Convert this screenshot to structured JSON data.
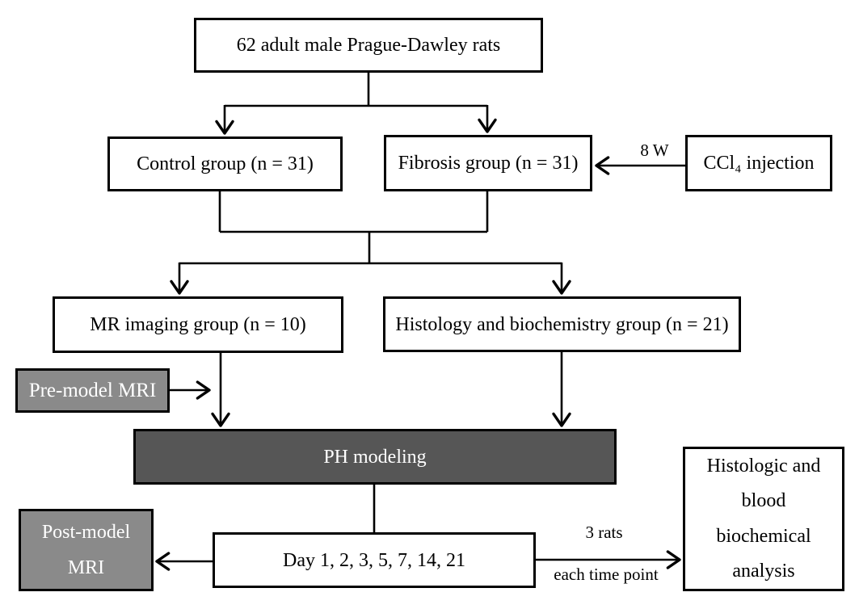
{
  "diagram": {
    "type": "flowchart",
    "background": "#ffffff",
    "colors": {
      "white_node_fill": "#ffffff",
      "light_gray_node_fill": "#8a8a8a",
      "dark_gray_node_fill": "#565656",
      "border": "#000000",
      "text_on_white": "#000000",
      "text_on_gray": "#ffffff"
    },
    "nodes": {
      "rats": {
        "label": "62 adult male Prague-Dawley rats"
      },
      "control": {
        "label": "Control group (n = 31)"
      },
      "fibrosis": {
        "label": "Fibrosis group (n = 31)"
      },
      "ccl4": {
        "label": "CCl₄ injection"
      },
      "mr_imaging": {
        "label": "MR imaging group (n = 10)"
      },
      "histology": {
        "label": "Histology and biochemistry group (n = 21)"
      },
      "premodel_mri": {
        "label": "Pre-model MRI"
      },
      "ph_modeling": {
        "label": "PH modeling"
      },
      "postmodel_mri": {
        "label": "Post-model\nMRI"
      },
      "timepoints": {
        "label": "Day 1, 2, 3, 5, 7, 14, 21"
      },
      "analysis": {
        "label": "Histologic and\nblood\nbiochemical\nanalysis"
      }
    },
    "edge_labels": {
      "ccl4_duration": "8 W",
      "sampling_count": "3 rats",
      "sampling_frequency": "each time point"
    }
  }
}
